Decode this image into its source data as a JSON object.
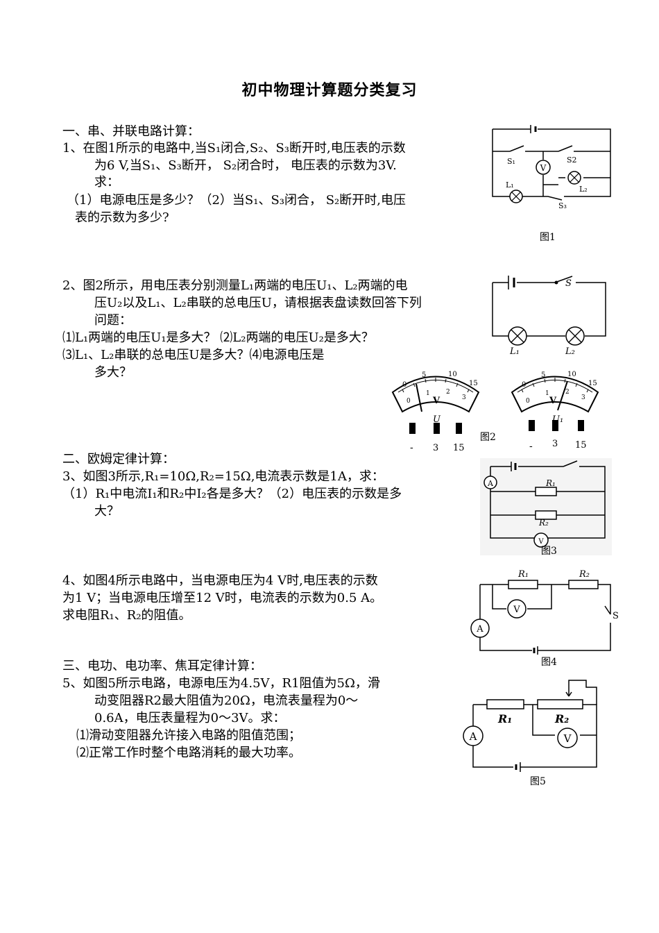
{
  "title": "初中物理计算题分类复习",
  "section1": {
    "heading": "一、串、并联电路计算：",
    "q1": {
      "line1": "1、在图1所示的电路中,当S₁闭合,S₂、S₃断开时,电压表的示数",
      "line2": "为6 V,当S₁、S₃断开，  S₂闭合时，  电压表的示数为3V.",
      "line3": "求：",
      "line4": "（1）电源电压是多少？（2）当S₁、S₃闭合，  S₂断开时,电压",
      "line5": "表的示数为多少?"
    },
    "fig1": {
      "caption": "图1",
      "s1": "S₁",
      "s2": "S2",
      "s3": "S₃",
      "l1": "L₁",
      "l2": "L₂",
      "meter": "V"
    },
    "q2": {
      "line1": "2、图2所示，用电压表分别测量L₁两端的电压U₁、L₂两端的电",
      "line2": "压U₂以及L₁、L₂串联的总电压U，请根据表盘读数回答下列",
      "line3": "问题：",
      "line4": "⑴L₁两端的电压U₁是多大？   ⑵L₂两端的电压U₂是多大？",
      "line5": "⑶L₁、L₂串联的总电压U是多大？⑷电源电压是",
      "line6": "多大？"
    },
    "fig2": {
      "caption": "图2",
      "switch": "S",
      "l1": "L₁",
      "l2": "L₂",
      "meter1_label": "U",
      "meter2_label": "U₁",
      "meter_unit": "V",
      "scale_top": [
        "0",
        "5",
        "10",
        "15"
      ],
      "scale_bottom": [
        "0",
        "1",
        "2",
        "3"
      ],
      "terminals": [
        "-",
        "3",
        "15"
      ]
    }
  },
  "section2": {
    "heading": "二、欧姆定律计算：",
    "q3": {
      "line1": "3、如图3所示,R₁=10Ω,R₂=15Ω,电流表示数是1A，求：",
      "line2": "（1）R₁中电流I₁和R₂中I₂各是多大？（2）电压表的示数是多",
      "line3": "大？"
    },
    "fig3": {
      "caption": "图3",
      "r1": "R₁",
      "r2": "R₂",
      "ammeter": "A",
      "voltmeter": "V"
    },
    "q4": {
      "line1": "4、如图4所示电路中，当电源电压为4 V时,电压表的示数",
      "line2": "为1 V；当电源电压增至12 V时，电流表的示数为0.5 A。",
      "line3": "求电阻R₁、R₂的阻值。"
    },
    "fig4": {
      "caption": "图4",
      "r1": "R₁",
      "r2": "R₂",
      "switch": "S",
      "ammeter": "A",
      "voltmeter": "V"
    }
  },
  "section3": {
    "heading": "三、电功、电功率、焦耳定律计算：",
    "q5": {
      "line1": "5、如图5所示电路，电源电压为4.5V，R1阻值为5Ω，滑",
      "line2": "动变阻器R2最大阻值为20Ω，电流表量程为0～",
      "line3": "0.6A，电压表量程为0～3V。求：",
      "line4": "⑴滑动变阻器允许接入电路的阻值范围；",
      "line5": "⑵正常工作时整个电路消耗的最大功率。"
    },
    "fig5": {
      "caption": "图5",
      "r1": "R₁",
      "r2": "R₂",
      "ammeter": "A",
      "voltmeter": "V"
    }
  }
}
